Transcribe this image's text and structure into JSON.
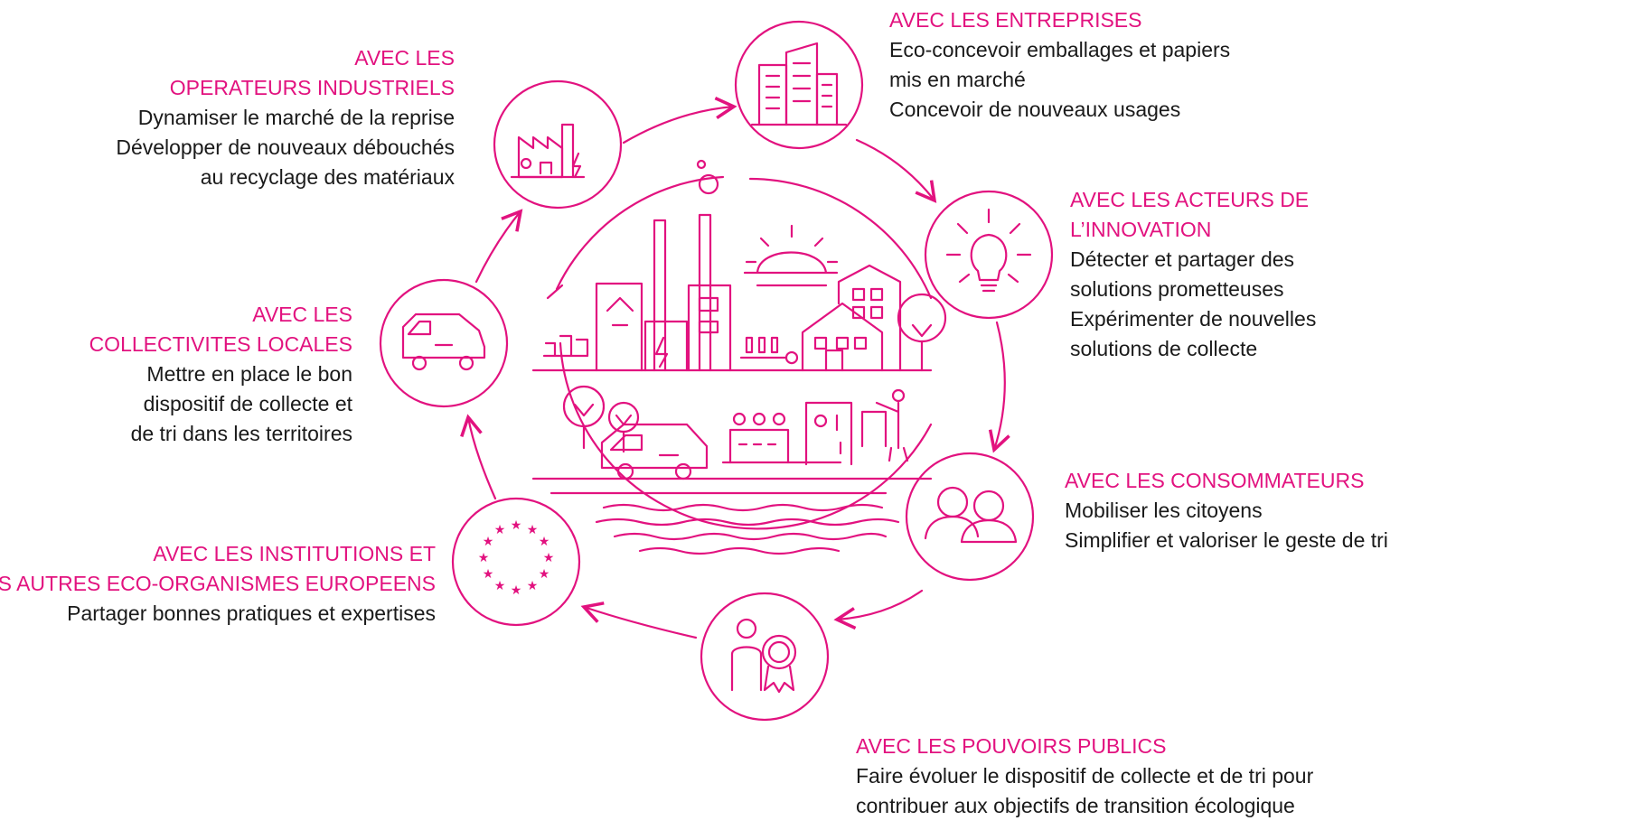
{
  "accent_color": "#e2127f",
  "text_color": "#1a1a1a",
  "stakeholders": {
    "entreprises": {
      "title": "AVEC LES ENTREPRISES",
      "lines": [
        "Eco-concevoir emballages et papiers",
        "mis en marché",
        "Concevoir de nouveaux usages"
      ],
      "icon": "office-building-icon"
    },
    "innovation": {
      "title_lines": [
        "AVEC LES ACTEURS DE",
        "L’INNOVATION"
      ],
      "lines": [
        "Détecter et partager des",
        "solutions prometteuses",
        "Expérimenter de nouvelles",
        "solutions de collecte"
      ],
      "icon": "lightbulb-icon"
    },
    "consommateurs": {
      "title": "AVEC LES CONSOMMATEURS",
      "lines": [
        "Mobiliser les citoyens",
        "Simplifier et valoriser le geste de tri"
      ],
      "icon": "people-icon"
    },
    "pouvoirs_publics": {
      "title": "AVEC LES POUVOIRS PUBLICS",
      "lines": [
        "Faire évoluer le dispositif de collecte et de tri pour",
        "contribuer aux objectifs de transition écologique"
      ],
      "icon": "award-ribbon-icon"
    },
    "institutions": {
      "title_lines": [
        "AVEC LES INSTITUTIONS ET",
        "LES AUTRES ECO-ORGANISMES EUROPEENS"
      ],
      "lines": [
        "Partager bonnes pratiques et expertises"
      ],
      "icon": "eu-stars-icon"
    },
    "collectivites": {
      "title_lines": [
        "AVEC LES",
        "COLLECTIVITES LOCALES"
      ],
      "lines": [
        "Mettre en place le bon",
        "dispositif de collecte et",
        "de tri dans les territoires"
      ],
      "icon": "collection-truck-icon"
    },
    "operateurs": {
      "title_lines": [
        "AVEC LES",
        "OPERATEURS INDUSTRIELS"
      ],
      "lines": [
        "Dynamiser le  marché de la reprise",
        "Développer de nouveaux débouchés",
        "au recyclage des matériaux"
      ],
      "icon": "factory-icon"
    }
  },
  "center": {
    "icon": "city-recycling-illustration"
  }
}
